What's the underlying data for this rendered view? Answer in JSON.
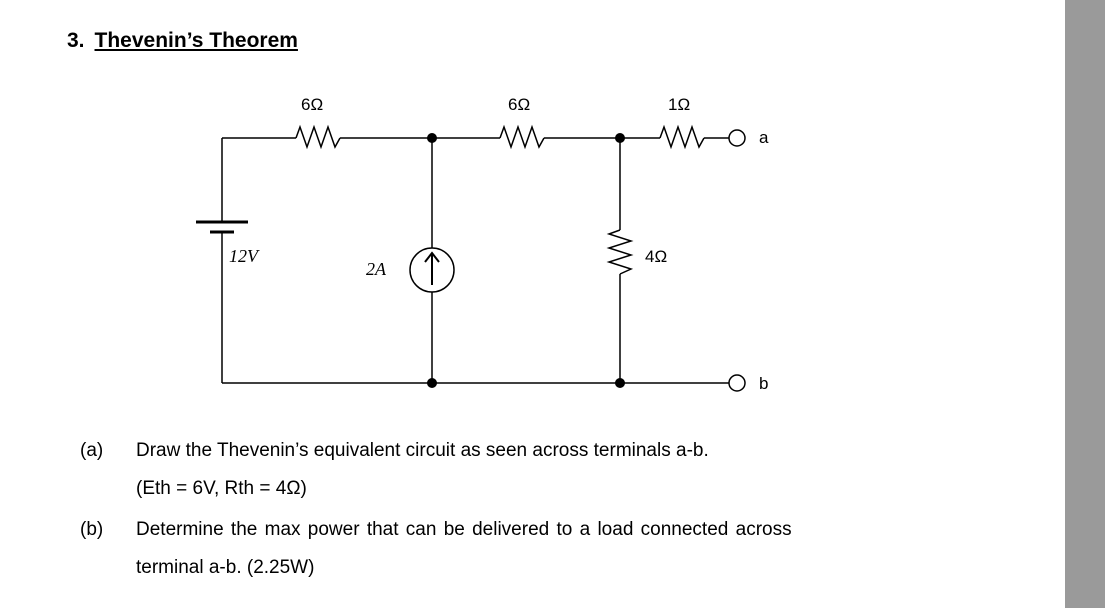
{
  "heading": {
    "number": "3.",
    "title": "Thevenin’s Theorem"
  },
  "circuit": {
    "resistor_1": "6Ω",
    "resistor_2": "6Ω",
    "resistor_3": "1Ω",
    "resistor_4": "4Ω",
    "voltage_source": "12V",
    "current_source": "2A",
    "terminal_a": "a",
    "terminal_b": "b"
  },
  "questions": [
    {
      "tag": "(a)",
      "text": "Draw the Thevenin’s equivalent circuit as seen across terminals a-b.",
      "subtext": "(Eth = 6V, Rth = 4Ω)"
    },
    {
      "tag": "(b)",
      "text": "Determine the max power that can be delivered to a load connected across",
      "subtext": "terminal a-b. (2.25W)"
    }
  ]
}
